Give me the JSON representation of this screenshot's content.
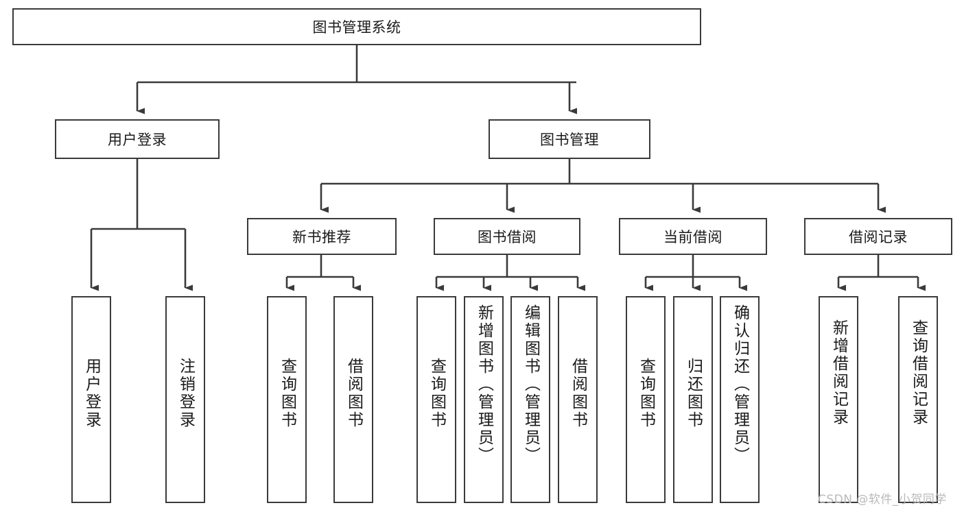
{
  "diagram": {
    "type": "tree",
    "orientation": "top-down",
    "root": {
      "id": "root",
      "label": "图书管理系统"
    },
    "level2": [
      {
        "id": "user-login",
        "label": "用户登录"
      },
      {
        "id": "book-management",
        "label": "图书管理"
      }
    ],
    "level3": [
      {
        "id": "new-book-recommend",
        "label": "新书推荐",
        "parent": "book-management"
      },
      {
        "id": "book-borrow",
        "label": "图书借阅",
        "parent": "book-management"
      },
      {
        "id": "current-borrow",
        "label": "当前借阅",
        "parent": "book-management"
      },
      {
        "id": "borrow-record",
        "label": "借阅记录",
        "parent": "book-management"
      }
    ],
    "leaves": [
      {
        "id": "leaf-user-login",
        "label": "用户登录",
        "parent": "user-login"
      },
      {
        "id": "leaf-logout-login",
        "label": "注销登录",
        "parent": "user-login"
      },
      {
        "id": "leaf-query-book-1",
        "label": "查询图书",
        "parent": "new-book-recommend"
      },
      {
        "id": "leaf-borrow-book-1",
        "label": "借阅图书",
        "parent": "new-book-recommend"
      },
      {
        "id": "leaf-query-book-2",
        "label": "查询图书",
        "parent": "book-borrow"
      },
      {
        "id": "leaf-add-book",
        "label": "新增图书（管理员）",
        "parent": "book-borrow"
      },
      {
        "id": "leaf-edit-book",
        "label": "编辑图书（管理员）",
        "parent": "book-borrow"
      },
      {
        "id": "leaf-borrow-book-2",
        "label": "借阅图书",
        "parent": "book-borrow"
      },
      {
        "id": "leaf-query-book-3",
        "label": "查询图书",
        "parent": "current-borrow"
      },
      {
        "id": "leaf-return-book",
        "label": "归还图书",
        "parent": "current-borrow"
      },
      {
        "id": "leaf-confirm-return",
        "label": "确认归还（管理员）",
        "parent": "current-borrow"
      },
      {
        "id": "leaf-add-record",
        "label": "新增借阅记录",
        "parent": "borrow-record"
      },
      {
        "id": "leaf-query-record",
        "label": "查询借阅记录",
        "parent": "borrow-record"
      }
    ],
    "colors": {
      "stroke": "#3a3a3a",
      "fill": "#ffffff",
      "text": "#1a1a1a",
      "watermark": "#b9b9b9"
    }
  },
  "watermark": {
    "text": "CSDN @软件_小贺同学"
  }
}
